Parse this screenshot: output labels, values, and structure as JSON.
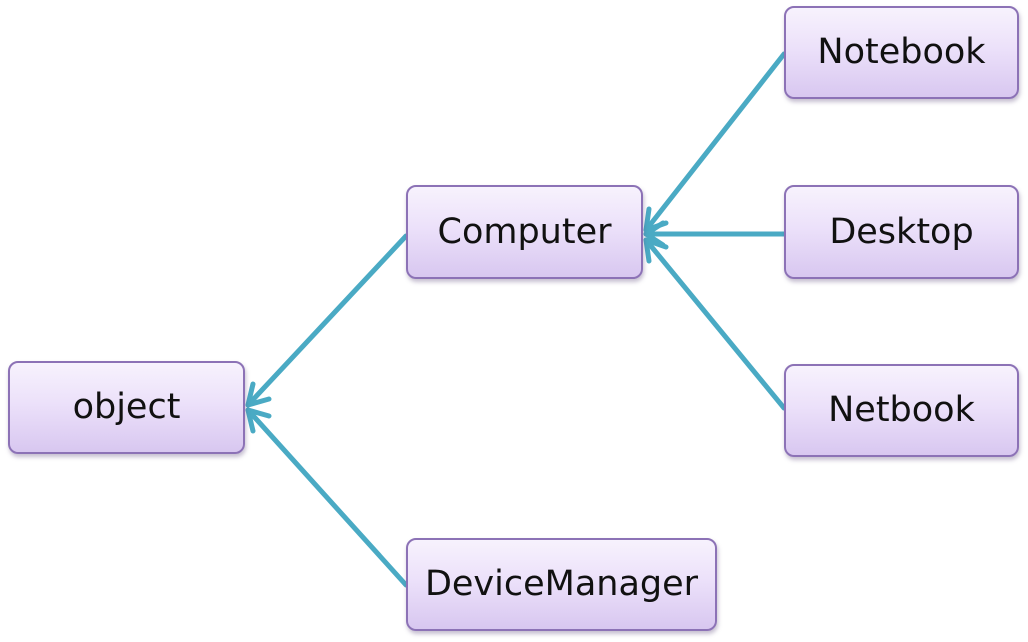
{
  "diagram": {
    "nodes": {
      "object": "object",
      "computer": "Computer",
      "device_manager": "DeviceManager",
      "notebook": "Notebook",
      "desktop": "Desktop",
      "netbook": "Netbook"
    },
    "edges": [
      {
        "from": "Computer",
        "to": "object"
      },
      {
        "from": "DeviceManager",
        "to": "object"
      },
      {
        "from": "Notebook",
        "to": "Computer"
      },
      {
        "from": "Desktop",
        "to": "Computer"
      },
      {
        "from": "Netbook",
        "to": "Computer"
      }
    ],
    "colors": {
      "arrow": "#4aaac4",
      "node_border": "#8c72b6",
      "node_fill_top": "#f7f2fd",
      "node_fill_bottom": "#d8c7f0"
    }
  }
}
